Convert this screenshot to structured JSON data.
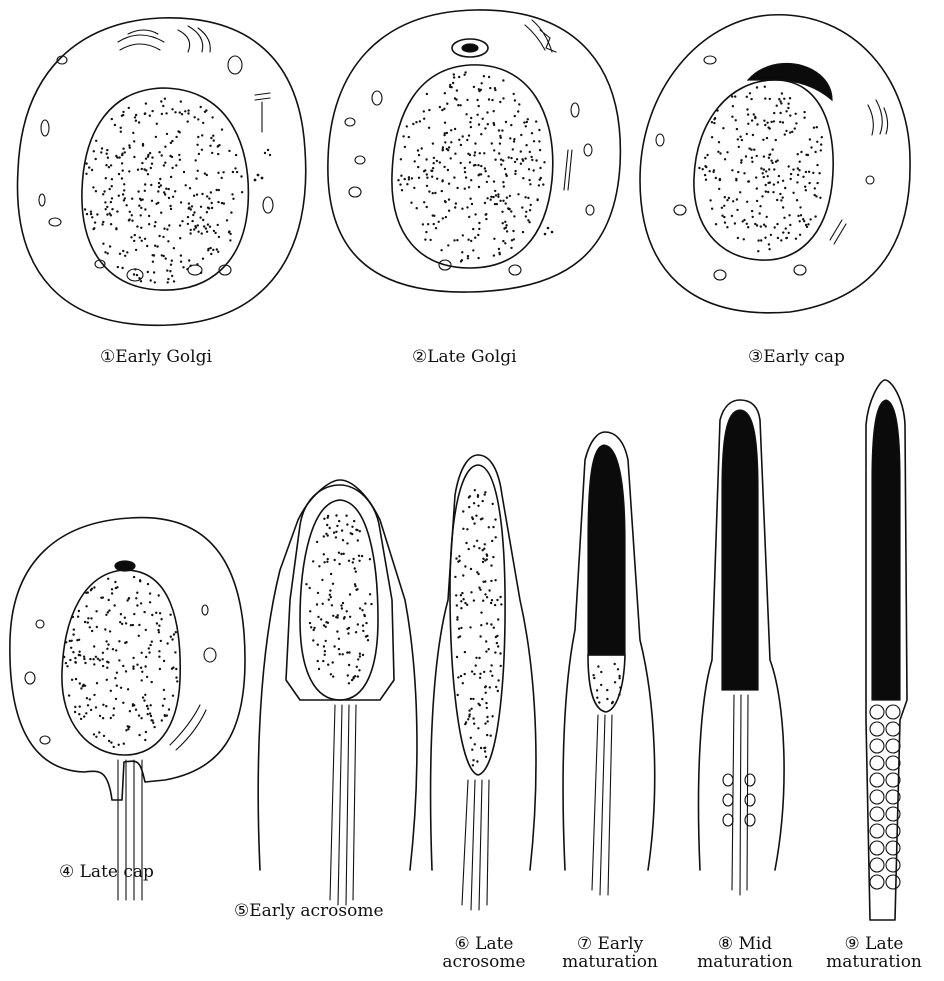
{
  "labels": {
    "s1": "①Early Golgi",
    "s2": "②Late Golgi",
    "s3": "③Early cap",
    "s4": "④ Late cap",
    "s5": "⑤Early acrosome",
    "s6a": "⑥ Late",
    "s6b": "acrosome",
    "s7a": "⑦ Early",
    "s7b": "maturation",
    "s8a": "⑧ Mid",
    "s8b": "maturation",
    "s9a": "⑨ Late",
    "s9b": "maturation"
  },
  "colors": {
    "ink": "#111111",
    "background": "#ffffff"
  }
}
